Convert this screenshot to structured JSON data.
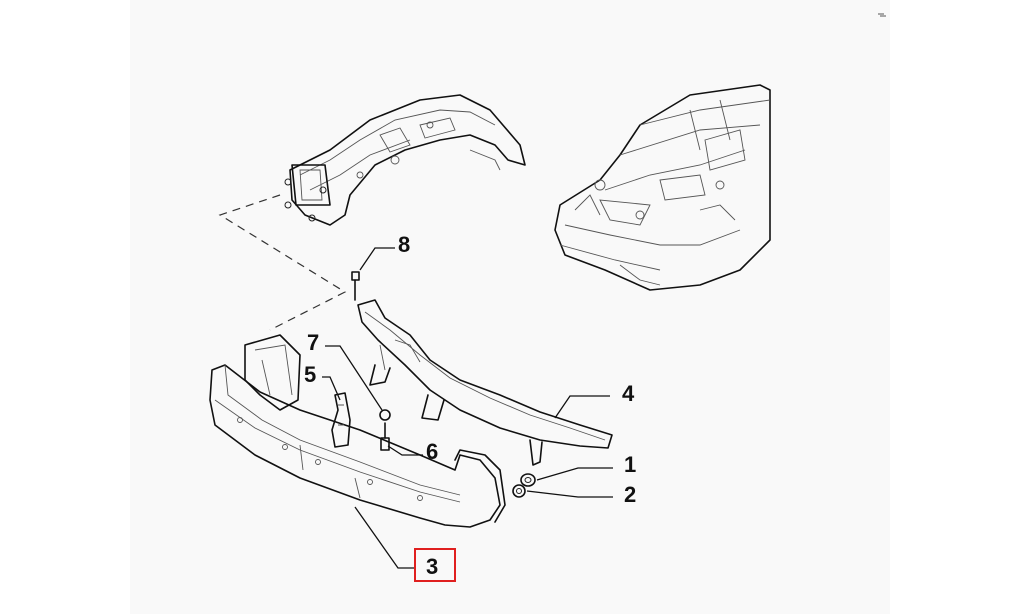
{
  "diagram": {
    "callouts": [
      {
        "id": "c1",
        "label": "1"
      },
      {
        "id": "c2",
        "label": "2"
      },
      {
        "id": "c3",
        "label": "3",
        "highlighted": true
      },
      {
        "id": "c4",
        "label": "4"
      },
      {
        "id": "c5",
        "label": "5"
      },
      {
        "id": "c6",
        "label": "6"
      },
      {
        "id": "c7",
        "label": "7"
      },
      {
        "id": "c8",
        "label": "8"
      }
    ],
    "highlight_color": "#e0201f",
    "line_color": "#111111",
    "background_color": "#f9f9f9"
  }
}
